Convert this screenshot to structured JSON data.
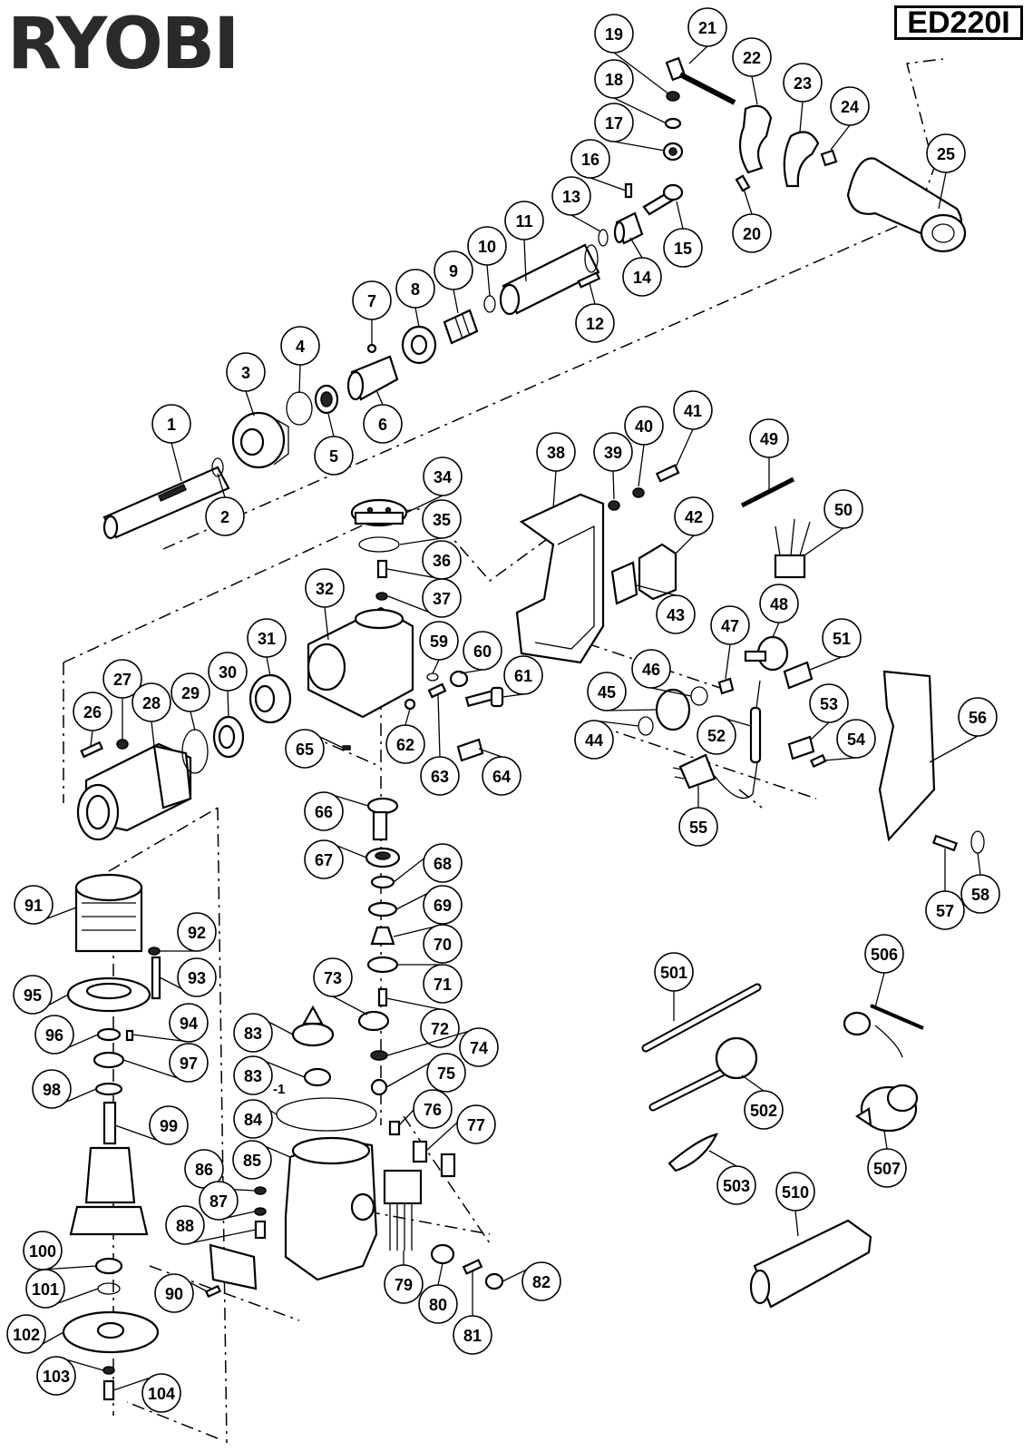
{
  "header": {
    "brand": "RYOBI",
    "model": "ED220I"
  },
  "callouts": [
    {
      "label": "1"
    },
    {
      "label": "2"
    },
    {
      "label": "3"
    },
    {
      "label": "4"
    },
    {
      "label": "5"
    },
    {
      "label": "6"
    },
    {
      "label": "7"
    },
    {
      "label": "8"
    },
    {
      "label": "9"
    },
    {
      "label": "10"
    },
    {
      "label": "11"
    },
    {
      "label": "12"
    },
    {
      "label": "13"
    },
    {
      "label": "14"
    },
    {
      "label": "15"
    },
    {
      "label": "16"
    },
    {
      "label": "17"
    },
    {
      "label": "18"
    },
    {
      "label": "19"
    },
    {
      "label": "20"
    },
    {
      "label": "21"
    },
    {
      "label": "22"
    },
    {
      "label": "23"
    },
    {
      "label": "24"
    },
    {
      "label": "25"
    },
    {
      "label": "26"
    },
    {
      "label": "27"
    },
    {
      "label": "28"
    },
    {
      "label": "29"
    },
    {
      "label": "30"
    },
    {
      "label": "31"
    },
    {
      "label": "32"
    },
    {
      "label": "34"
    },
    {
      "label": "35"
    },
    {
      "label": "36"
    },
    {
      "label": "37"
    },
    {
      "label": "38"
    },
    {
      "label": "39"
    },
    {
      "label": "40"
    },
    {
      "label": "41"
    },
    {
      "label": "42"
    },
    {
      "label": "43"
    },
    {
      "label": "44"
    },
    {
      "label": "45"
    },
    {
      "label": "46"
    },
    {
      "label": "47"
    },
    {
      "label": "48"
    },
    {
      "label": "49"
    },
    {
      "label": "50"
    },
    {
      "label": "51"
    },
    {
      "label": "52"
    },
    {
      "label": "53"
    },
    {
      "label": "54"
    },
    {
      "label": "55"
    },
    {
      "label": "56"
    },
    {
      "label": "57"
    },
    {
      "label": "58"
    },
    {
      "label": "59"
    },
    {
      "label": "60"
    },
    {
      "label": "61"
    },
    {
      "label": "62"
    },
    {
      "label": "63"
    },
    {
      "label": "64"
    },
    {
      "label": "65"
    },
    {
      "label": "66"
    },
    {
      "label": "67"
    },
    {
      "label": "68"
    },
    {
      "label": "69"
    },
    {
      "label": "70"
    },
    {
      "label": "71"
    },
    {
      "label": "72"
    },
    {
      "label": "73"
    },
    {
      "label": "74"
    },
    {
      "label": "75"
    },
    {
      "label": "76"
    },
    {
      "label": "77"
    },
    {
      "label": "79"
    },
    {
      "label": "80"
    },
    {
      "label": "81"
    },
    {
      "label": "82"
    },
    {
      "label": "83"
    },
    {
      "label": "83",
      "suffix": "-1"
    },
    {
      "label": "84"
    },
    {
      "label": "85"
    },
    {
      "label": "86"
    },
    {
      "label": "87"
    },
    {
      "label": "88"
    },
    {
      "label": "90"
    },
    {
      "label": "91"
    },
    {
      "label": "92"
    },
    {
      "label": "93"
    },
    {
      "label": "94"
    },
    {
      "label": "95"
    },
    {
      "label": "96"
    },
    {
      "label": "97"
    },
    {
      "label": "98"
    },
    {
      "label": "99"
    },
    {
      "label": "100"
    },
    {
      "label": "101"
    },
    {
      "label": "102"
    },
    {
      "label": "103"
    },
    {
      "label": "104"
    },
    {
      "label": "501"
    },
    {
      "label": "502"
    },
    {
      "label": "503"
    },
    {
      "label": "506"
    },
    {
      "label": "507"
    },
    {
      "label": "510"
    }
  ]
}
